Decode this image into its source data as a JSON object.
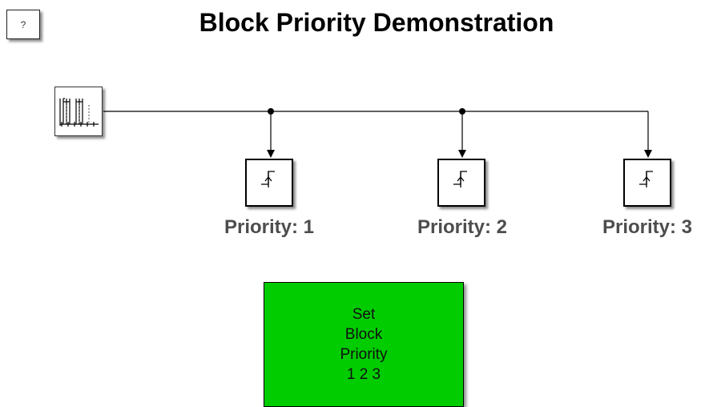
{
  "help_button": {
    "label": "?"
  },
  "title": "Block Priority Demonstration",
  "icons": {
    "signal_generator": "signal-builder-icon",
    "trigger": "rising-edge-trigger-icon"
  },
  "blocks": [
    {
      "label": "Priority: 1"
    },
    {
      "label": "Priority: 2"
    },
    {
      "label": "Priority: 3"
    }
  ],
  "set_priority_block": {
    "lines": [
      "Set",
      "Block",
      "Priority",
      "1 2 3"
    ],
    "color": "#00cc00"
  }
}
